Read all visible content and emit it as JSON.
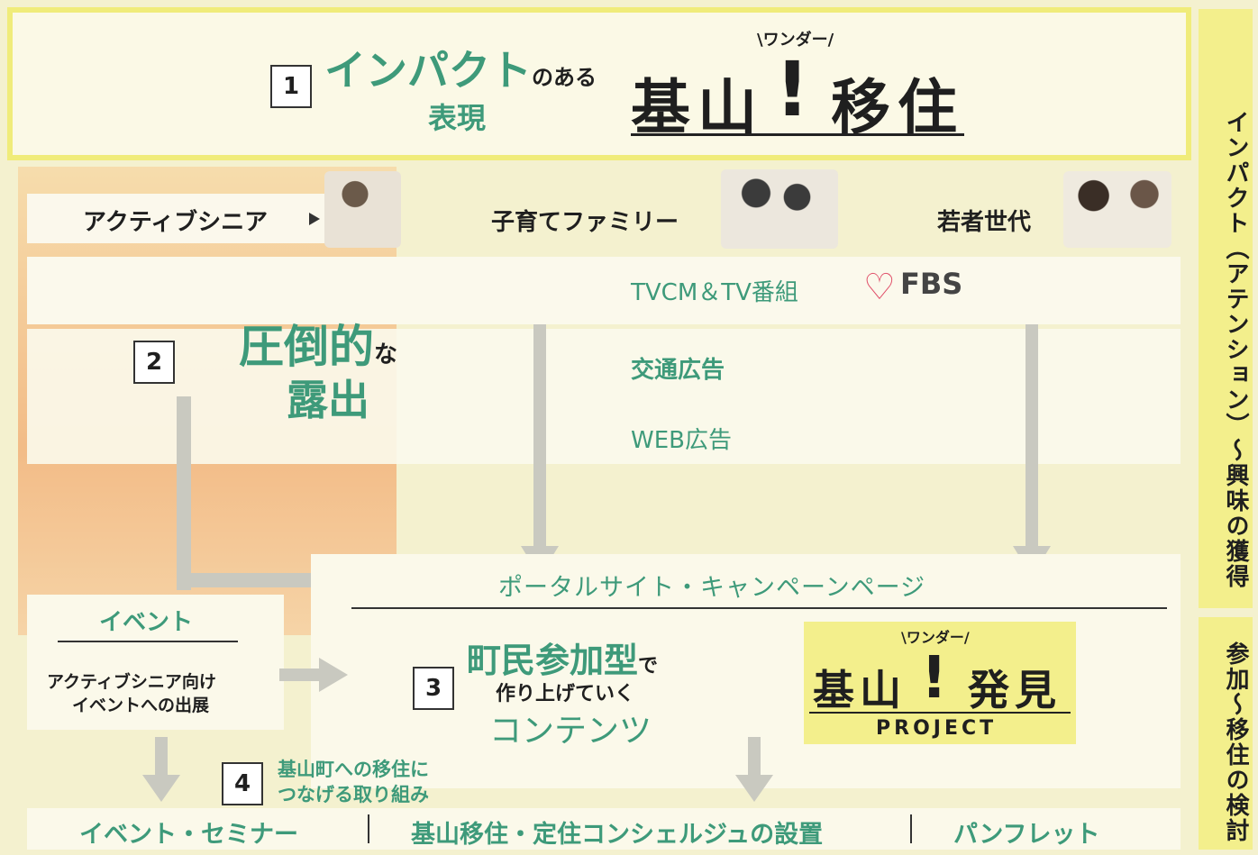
{
  "section1": {
    "number": "1",
    "highlight": "インパクト",
    "suffix": "のある",
    "line2": "表現"
  },
  "logo1": {
    "ruby": "\\ワンダー/",
    "left": "基山",
    "mark": "!",
    "right": "移住"
  },
  "audiences": [
    {
      "label": "アクティブシニア"
    },
    {
      "label": "子育てファミリー"
    },
    {
      "label": "若者世代"
    }
  ],
  "media": {
    "tv": "TVCM＆TV番組",
    "fbs": "FBS",
    "transit": "交通広告",
    "web": "WEB広告"
  },
  "section2": {
    "number": "2",
    "highlight": "圧倒的",
    "suffix": "な",
    "line2": "露出"
  },
  "portal": "ポータルサイト・キャンペーンページ",
  "event_box": {
    "title": "イベント",
    "body1": "アクティブシニア向け",
    "body2": "イベントへの出展"
  },
  "section3": {
    "number": "3",
    "highlight": "町民参加型",
    "suffix": "で",
    "line2": "作り上げていく",
    "line3": "コンテンツ"
  },
  "logo2": {
    "ruby": "\\ワンダー/",
    "left": "基山",
    "mark": "!",
    "right": "発見",
    "sub": "PROJECT"
  },
  "section4": {
    "number": "4",
    "line1": "基山町への移住に",
    "line2": "つなげる取り組み"
  },
  "bottom": [
    "イベント・セミナー",
    "基山移住・定住コンシェルジュの設置",
    "パンフレット"
  ],
  "sidebar": {
    "top": "インパクト（アテンション）～興味の獲得",
    "bottom": "参加～移住の検討"
  },
  "colors": {
    "green": "#3e9a7a",
    "yellow": "#f0ec7a",
    "orange": "#f2b27a"
  }
}
